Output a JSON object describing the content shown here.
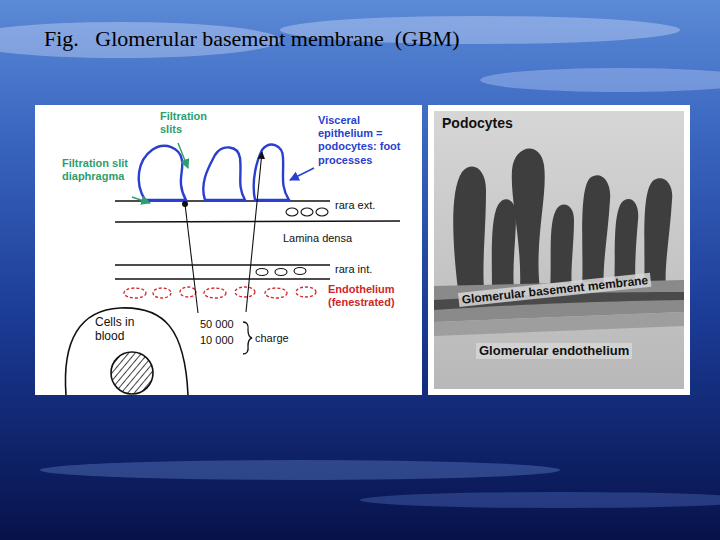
{
  "diagram": {
    "title": "Fig.   Glomerular basement membrane  (GBM)",
    "labels": [
      "Filtration slits",
      "Visceral epithelium = podocytes: foot processes",
      "Filtration slit diaphragma",
      "rara ext.",
      "Lamina densa",
      "rara int.",
      "Endothelium (fenestrated)",
      "Cells in blood",
      "50 000",
      "10 000",
      "charge",
      "Podocytes",
      "Glomerular basement membrane",
      "Glomerular endothelium"
    ]
  }
}
